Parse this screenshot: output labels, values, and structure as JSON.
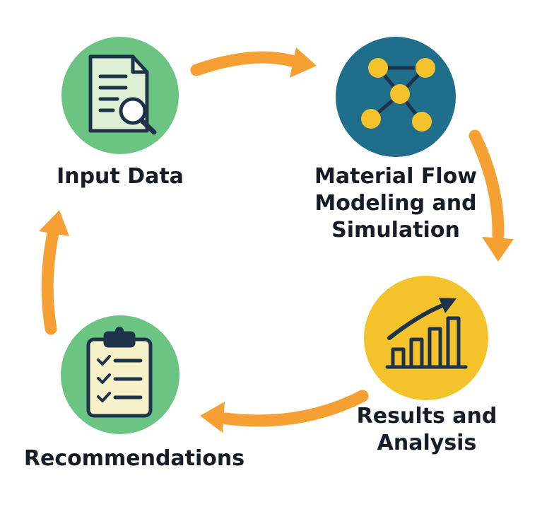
{
  "steps": [
    {
      "id": "input-data",
      "label_lines": [
        "Input Data"
      ],
      "circle_color": "#6cc483",
      "icon": "document-search-icon"
    },
    {
      "id": "modeling",
      "label_lines": [
        "Material Flow",
        "Modeling and",
        "Simulation"
      ],
      "circle_color": "#1f6e8c",
      "icon": "network-nodes-icon"
    },
    {
      "id": "results",
      "label_lines": [
        "Results and",
        "Analysis"
      ],
      "circle_color": "#f4c22b",
      "icon": "growth-chart-icon"
    },
    {
      "id": "recommendations",
      "label_lines": [
        "Recommendations"
      ],
      "circle_color": "#6cc483",
      "icon": "clipboard-checklist-icon"
    }
  ],
  "arrow_color": "#f6a033",
  "outline_color": "#1e3349",
  "accent_yellow": "#f4c22b"
}
